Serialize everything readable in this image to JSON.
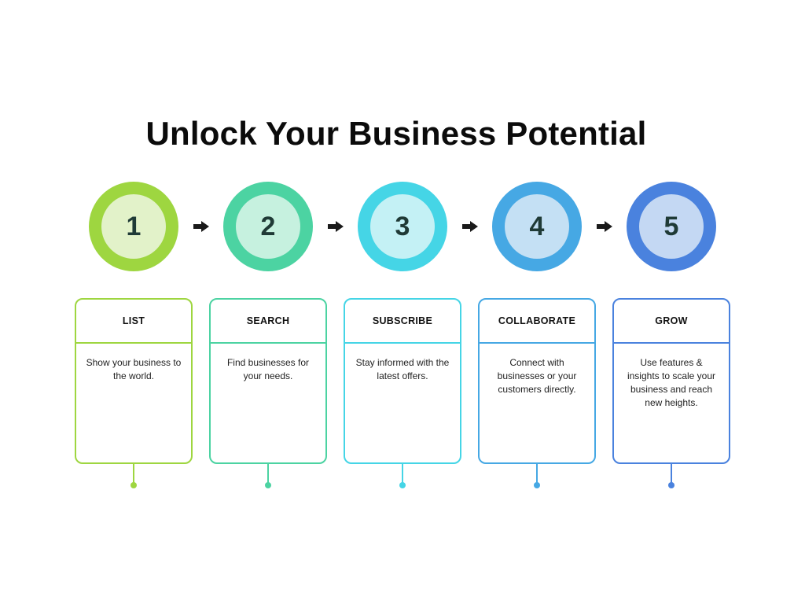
{
  "title": "Unlock Your Business Potential",
  "steps": [
    {
      "number": "1",
      "heading": "LIST",
      "description": "Show your business to the world.",
      "color": "#9ed640",
      "inner_color": "#e2f2c9"
    },
    {
      "number": "2",
      "heading": "SEARCH",
      "description": "Find businesses for your needs.",
      "color": "#4cd3a2",
      "inner_color": "#c6f1df"
    },
    {
      "number": "3",
      "heading": "SUBSCRIBE",
      "description": "Stay informed with the latest offers.",
      "color": "#45d5e6",
      "inner_color": "#c4f1f5"
    },
    {
      "number": "4",
      "heading": "COLLABORATE",
      "description": "Connect with businesses or your customers directly.",
      "color": "#46a8e4",
      "inner_color": "#c4e0f4"
    },
    {
      "number": "5",
      "heading": "GROW",
      "description": "Use features & insights to scale your business and reach new heights.",
      "color": "#4a82de",
      "inner_color": "#c4d8f3"
    }
  ],
  "arrow_icon": "right-arrow-icon"
}
